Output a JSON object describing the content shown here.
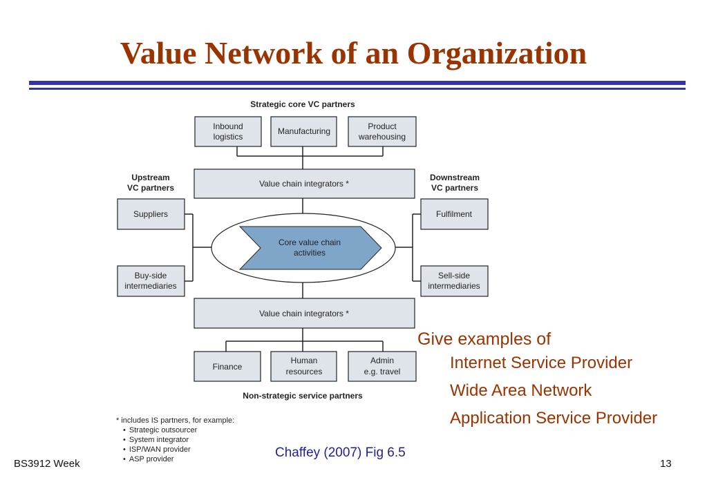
{
  "slide": {
    "title": "Value Network of an Organization",
    "caption": "Chaffey (2007) Fig 6.5",
    "footer_left": "BS3912 Week",
    "page_number": "13"
  },
  "diagram": {
    "top_heading": "Strategic core VC partners",
    "bottom_heading": "Non-strategic service partners",
    "upstream_heading": [
      "Upstream",
      "VC partners"
    ],
    "downstream_heading": [
      "Downstream",
      "VC partners"
    ],
    "top_boxes": [
      [
        "Inbound",
        "logistics"
      ],
      [
        "Manufacturing"
      ],
      [
        "Product",
        "warehousing"
      ]
    ],
    "integrator_top": "Value chain integrators *",
    "integrator_bottom": "Value chain integrators *",
    "left_boxes": [
      [
        "Suppliers"
      ],
      [
        "Buy-side",
        "intermediaries"
      ]
    ],
    "right_boxes": [
      [
        "Fulfilment"
      ],
      [
        "Sell-side",
        "intermediaries"
      ]
    ],
    "core": [
      "Core value chain",
      "activities"
    ],
    "bottom_boxes": [
      [
        "Finance"
      ],
      [
        "Human",
        "resources"
      ],
      [
        "Admin",
        "e.g. travel"
      ]
    ],
    "colors": {
      "box_fill": "#dfe4ea",
      "core_fill": "#7fa6c9",
      "line": "#222222"
    }
  },
  "footnote": {
    "intro": "* includes IS partners, for example:",
    "items": [
      "Strategic outsourcer",
      "System integrator",
      "ISP/WAN provider",
      "ASP provider"
    ]
  },
  "examples": {
    "lead": "Give examples of",
    "items": [
      "Internet Service Provider",
      "Wide Area Network",
      "Application Service Provider"
    ]
  },
  "theme": {
    "title_color": "#993300",
    "rule_color": "#3333aa",
    "caption_color": "#1f1f99"
  }
}
